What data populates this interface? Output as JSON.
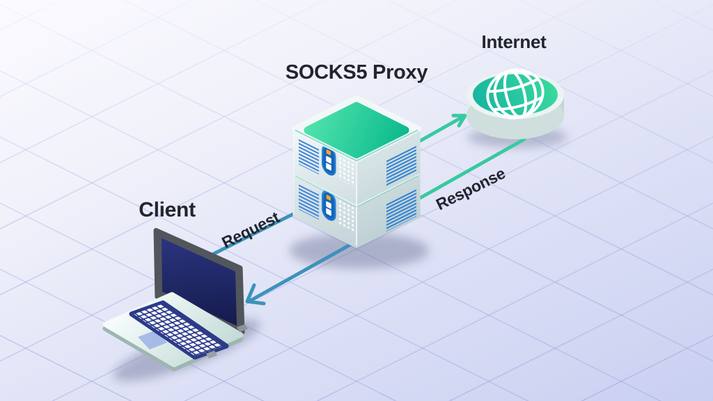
{
  "diagram": {
    "type": "network-flow",
    "title": "SOCKS5 Proxy"
  },
  "nodes": {
    "client": {
      "label": "Client",
      "icon": "laptop-illustration"
    },
    "proxy": {
      "label": "SOCKS5 Proxy",
      "icon": "server-stack-illustration"
    },
    "internet": {
      "label": "Internet",
      "icon": "globe-illustration"
    }
  },
  "flows": {
    "request": {
      "label": "Request",
      "from": "client",
      "to": "internet",
      "via": "proxy"
    },
    "response": {
      "label": "Response",
      "from": "internet",
      "to": "client",
      "via": "proxy"
    }
  },
  "colors": {
    "client_proxy_arrow": "#3d92ba",
    "proxy_internet_arrow": "#38c9a1",
    "label_text": "#22252e",
    "background_top": "#fbfbff",
    "background_bottom": "#c9cff1",
    "server_top_panel": "#18c491",
    "globe_disc": "#1cc49e"
  }
}
